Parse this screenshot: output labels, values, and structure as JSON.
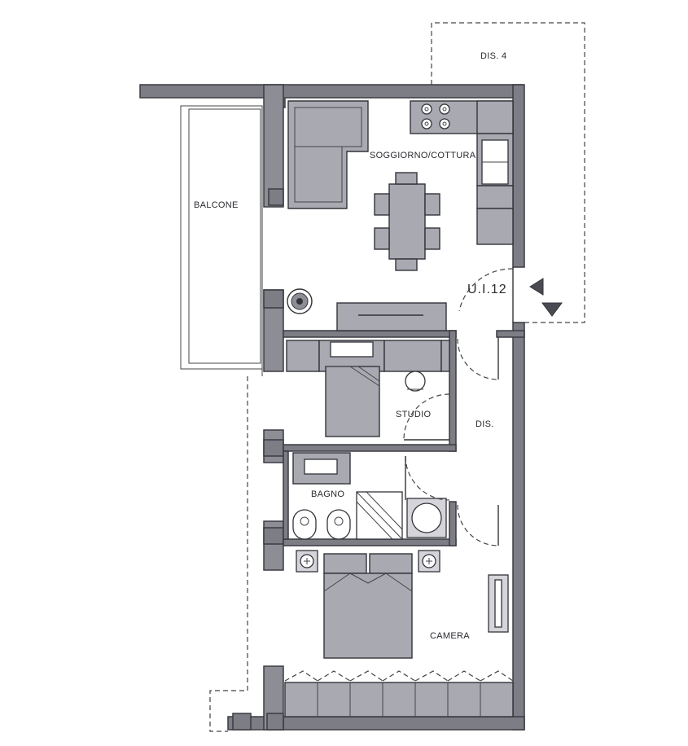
{
  "rooms": {
    "dis4": "DIS. 4",
    "soggiorno": "SOGGIORNO/COTTURA",
    "balcone": "BALCONE",
    "unit": "U.I.12",
    "studio": "STUDIO",
    "dis": "DIS.",
    "bagno": "BAGNO",
    "camera": "CAMERA"
  },
  "colors": {
    "wall": "#7d7d86",
    "furniture": "#a9a9b1",
    "line": "#33333a"
  }
}
